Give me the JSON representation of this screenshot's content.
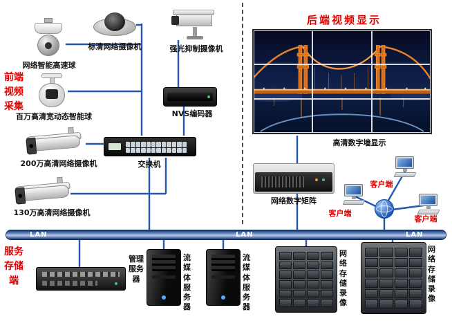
{
  "titles": {
    "front": "前端视频采集",
    "back": "后端视频显示",
    "storage": "服务存储端"
  },
  "cameras": {
    "speed_dome": "网络智能高速球",
    "sd_dome": "标清网络摄像机",
    "glare": "强光抑制摄像机",
    "wide_ball": "百万高清宽动态智能球",
    "mp200": "200万高清网络摄像机",
    "mp130": "130万高清网络摄像机"
  },
  "devices": {
    "nvs": "NVS编码器",
    "switch": "交换机"
  },
  "display": {
    "wall": "高清数字墙显示",
    "matrix": "网络数字矩阵",
    "client": "客户端"
  },
  "network": {
    "lan": "LAN"
  },
  "servers": {
    "mgmt": "管理服务器",
    "stream": "流媒体服务器",
    "nvr": "网络存储录像"
  },
  "colors": {
    "accent_red": "#e80000",
    "line_blue": "#2456ad",
    "lan_dark": "#16356e"
  }
}
